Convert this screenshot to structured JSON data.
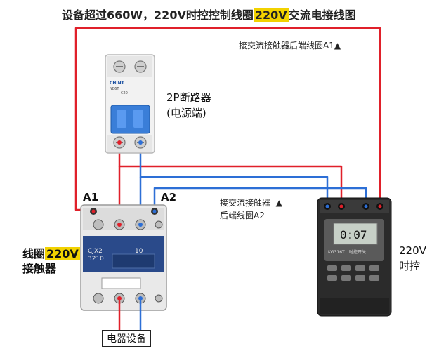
{
  "title": {
    "part1": "设备超过660W，220V时控控制线圈",
    "highlight": "220V",
    "part2": "交流电接线图"
  },
  "labels": {
    "top_note": "接交流接触器后端线圈A1▲",
    "breaker_name": "2P断路器",
    "breaker_sub": "(电源端)",
    "mid_note_line1": "接交流接触器",
    "mid_note_line1_arrow": "▲",
    "mid_note_line2": "后端线圈A2",
    "a1": "A1",
    "a2": "A2",
    "contactor_prefix": "线圈",
    "contactor_highlight": "220V",
    "contactor_line2": "接触器",
    "timer_line1": "220V",
    "timer_line2": "时控",
    "appliance": "电器设备"
  },
  "devices": {
    "breaker_brand": "CHINT",
    "breaker_model": "NB6T",
    "breaker_rating": "C20",
    "contactor_model_line1": "CJX2",
    "contactor_model_line2": "3210",
    "contactor_number": "10",
    "timer_display": "0:07",
    "timer_model": "KG316T",
    "timer_brand": "时控开关"
  },
  "colors": {
    "live_wire": "#e0202a",
    "neutral_wire": "#2d6fd6",
    "highlight": "#f2d200"
  }
}
